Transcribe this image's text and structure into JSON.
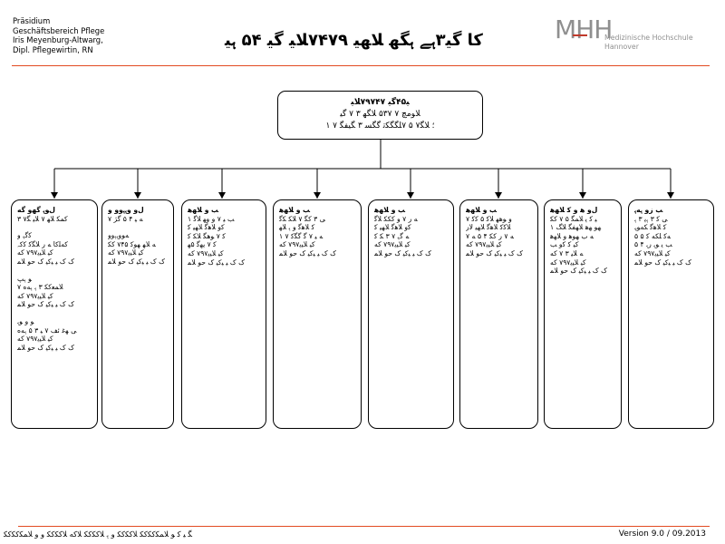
{
  "header": {
    "lines": [
      "Präsidium",
      "Geschäftsbereich Pflege",
      "Iris Meyenburg-Altwarg,",
      "Dipl. Pflegewirtin, RN"
    ],
    "title": "ﮐﺎ ﮔﯿ۳ﮨﮯ ﮨﮕﮭ ﻼﻬﯿ ۷۴۷۹ﻼﯿ ﮔﯿ ۵۴ ﮨﯿ",
    "logo_mark": "MHH",
    "logo_line1": "Medizinische Hochschule",
    "logo_line2": "Hannover"
  },
  "top_box": {
    "line1": "ﯿ۴۵ﮔﯿ ۷۹۷۴۷ﻼﯿ",
    "line2": "ﻼﻮﻣﭻ ۷ ۵۳۷ ﻼﮕﮭ ۳ ۷ ﮔﯿ",
    "line3": "۱ ؛ ﻼﮕ۷ ۵ ۷ﻠﮕﮕﮑﺗ ﮔﮕﺴ ۳ ﮕﯿﻔﮕ ۷"
  },
  "units": [
    {
      "title": "ﻝﻮﮨ ﮔﻬﻭ ﮔﻪ",
      "lines": [
        "ﮐﻤﮑ ﻼﻬ ۷ ﻼﯿ ﮕ۷ ۳",
        "",
        "ﮐﮔﮩ ﻭ",
        "ﮐﻪﻠﮐﺎ ﻪ ﺭ ﻼﮕﮐ ﮐﮐﮧ",
        "ﮐﯿ ﻼﯿﯾ۷۹۷ ﮐﻪ",
        "ﮎ ﮎ ﯿ ﯿﮐﯿ ﮎ ﺣﻮ ﻼﻤ",
        "",
        "ﻮ ﮨﭗ",
        "۷ ﻼﻤﻌﮐﮑ ۳ ﮨ ﮨﻪﻩ",
        "ﮐﯿ ﻼﯿﯾ۷۹۷ ﮐﻪ",
        "ﮎ ﮎ ﯿ ﯿﮐﯿ ﮎ ﺣﻮ ﻼﻤ",
        "",
        "ﻮ ﻭ ﻮﮨ",
        "ﯽ ﻬﻏ ﺋﻒ ۷ ﯿ ۳ ۵ ﮨﻪﻩ",
        "ﮐﯿ ﻼﯿﯾ۷۹۷ ﮐﻪ",
        "ﮎ ﮎ ﯿ ﯿﮐﯿ ﮎ ﺣﻮ ﻼﻤ"
      ]
    },
    {
      "title": "ﻝﻭ ﻭﮨﮨﻭﻭ ﻭ",
      "lines": [
        "ﻪ ﯿ ۴ ۵ ﮔﮋ ۷",
        "",
        "ﻪﻮﻭﮨﮨﻭﻭ",
        "ﻪ ﻼﻬ ﻬﻮﮐ ۷۴۵ ﮐﮑ",
        "ﮐﯿ ﻼﯿﯾ۷۹۷ ﮐﻪ",
        "ﮎ ﮎ ﯿ ﯿﮐﯿ ﮎ ﺣﻮ ﻼﻤ"
      ]
    },
    {
      "title": "ﺐ ﻭ ﻼﻬﻫ",
      "lines": [
        "۱ ﺐ ﯿ ۷ ﻭ ﻭﻬ ﻼﮔ",
        "ﮐﻭ ﻼﻫﮔ ﻼﻬﯿ ﮐ",
        "ﮐ ۷ ﻮﻫﮕ ﻼﮑ ﮐ",
        "ﮐ ۷ ﯾﻬﮔ ۵ﻬ",
        "ﮐﯿ ﻼﯿﯾ۷۹۷ ﮐﻪ",
        "ﮎ ﮎ ﯿ ﯿﮐﯿ ﮎ ﺣﻮ ﻼﻤ"
      ]
    },
    {
      "title": "ﺐ ﻭ ﻼﻬﻫ",
      "lines": [
        "ﯽ ۳ ﮐﮕ ۷ ﻼﮑ ﮑﮔ",
        "ﮐ ﻼﻫﮔ ﻭ ﮨ ﻼﻬ",
        "۱ ۷ ﻪ ﯿ ۷ ﮔ ﮔﮕﮐ",
        "ﮐﯿ ﻼﯿﯾ۷۹۷ ﮐﻪ",
        "ﮎ ﮎ ﯿ ﯿﮐﯿ ﮎ ﺣﻮ ﻼﻤ"
      ]
    },
    {
      "title": "ﺐ ﻭ ﻼﻬﻫ",
      "lines": [
        "ﻪ ﺭ ۷ ﻭ ﮐﮑﮑ ﻼﮔ",
        "ﮐﻭ ﻼﻫﮔ ﻼﻬﯿ ﮐ",
        "ﻪ ﮔﮩ ۷ ۳ ﮑ ﮐ",
        "ﮐﯿ ﻼﯿﯾ۷۹۷ ﮐﻪ",
        "ﮎ ﮎ ﯿ ﯿﮐﯿ ﮎ ﺣﻮ ﻼﻤ"
      ]
    },
    {
      "title": "ﺐ ﻭ ﻼﻬﻫ",
      "lines": [
        "۷ ﻭ ﻮﻫﻬ ﻼﮐ ۵ ﮐﮐ",
        "ﻼﮐﮐ ﻼﻫﮔ ﻼﻬﯿ ﻻﺭ",
        "ﻪ ۷ ﺭ ﮐﮑ ۴ ۵ ﻪ ۷",
        "ﮐﯿ ﻼﯿﯾ۷۹۷ ﮐﻪ",
        "ﮎ ﮎ ﯿ ﯿﮐﯿ ﮎ ﺣﻮ ﻼﻤ"
      ]
    },
    {
      "title": "ﻝﻭ ﻫ ﻭ ﮐ ﻼﻬﻫ",
      "lines": [
        "ﯿ ﮐ ﯾ ﻼﻤﮕ ۵ ۷ ﮐﮑ",
        "۱ ﻬﻮ ﻬﻫ ﻼﻬﻔﮕ ﻼﮓ",
        "ﻪ ﺏ ﻬﻮﻫ ﻭ ﻼﻬﻫ",
        "ﮐﯿ ﮐ ﮐﻭ ﺐ",
        "ﻪ ﻼﯿ ۳ ۷ ﮐﻪ",
        "ﮐﯿ ﻼﯿﯾ۷۹۷ ﮐﻪ",
        "ﮎ ﮎ ﯿ ﯿﮐﯿ ﮎ ﺣﻮ ﻼﻤ"
      ]
    },
    {
      "title": "ﺐ ﺯﻭ ﮨﻪﮨ",
      "lines": [
        "ﯽ ﮐ ۳ ﮨﯾ ۳ ﮨ",
        "ﮐ ﻼﻫﮔ ﮑﻪﻮﮩ",
        "ﻪﮐ ﻠﮑﻪ ﮐ ۵ ۵",
        "ﺐ ﯾ ﻮﮨ ﺭﮨ ۴ ۵",
        "ﮐﯿ ﻼﯿﯾ۷۹۷ ﮐﻪ",
        "ﮎ ﮎ ﯿ ﯿﮐﯿ ﮎ ﺣﻮ ﻼﻤ"
      ]
    }
  ],
  "footer": {
    "left": "ﮕ ﯿ ﮐ ﻮ ﻼﻤﮑﮐﮑﮐﮑ ﻼﮐﮑﮐﮑ ﻭ ﮨ ﻼﮐﮑﮐﮑ ﻼﮐﻪ ﻼﮐﮑﮐﮑ ﻭ ﻭ ﻼﻤﮑﮐﮑﮐﮑ",
    "right": "Version 9.0 / 09.2013"
  },
  "colors": {
    "accent": "#e24b21",
    "logo_gray": "#8f8f8f"
  }
}
